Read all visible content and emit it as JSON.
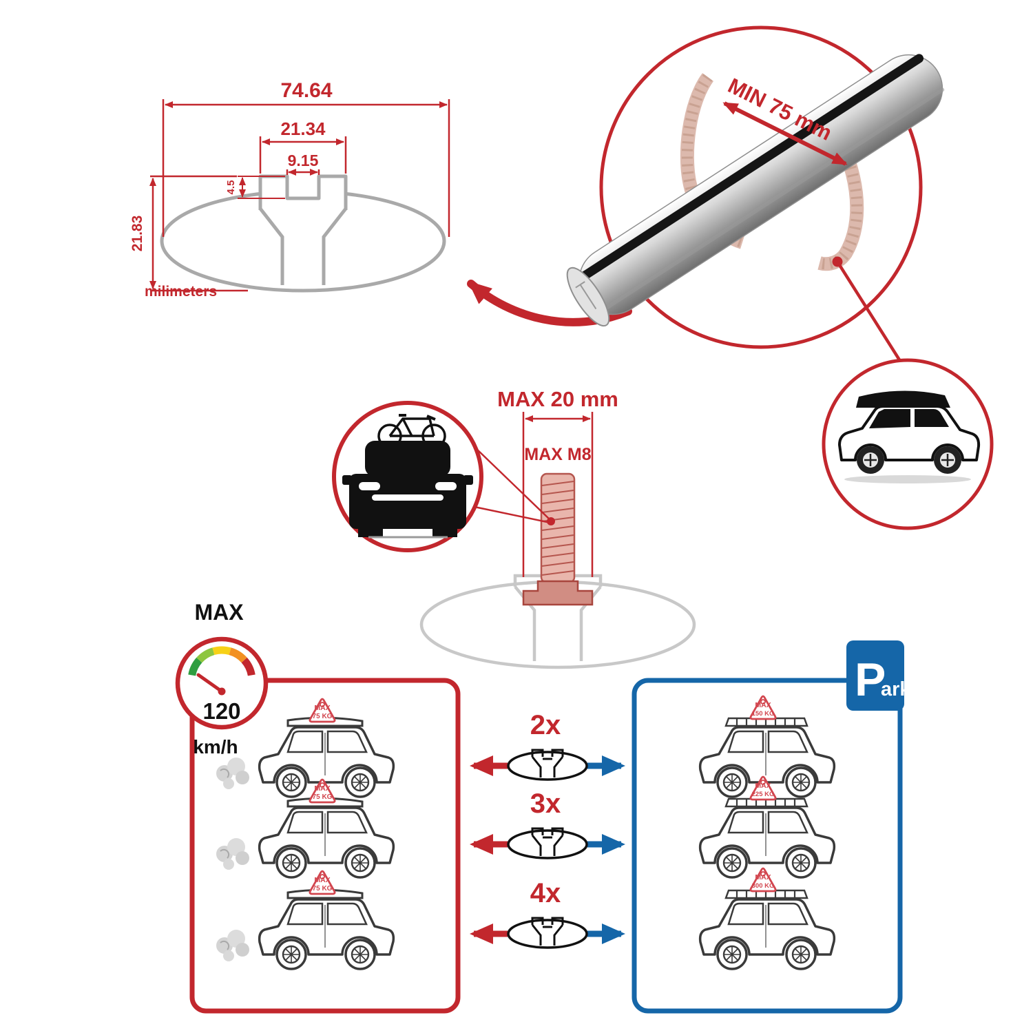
{
  "cross_section": {
    "total_width": "74.64",
    "slot_outer_width": "21.34",
    "slot_inner_width": "9.15",
    "slot_depth": "4.5",
    "total_height": "21.83",
    "unit_label": "milimeters"
  },
  "bar_detail": {
    "min_span_label": "MIN 75 mm"
  },
  "bolt_detail": {
    "max_length_label": "MAX 20 mm",
    "max_thread_label": "MAX M8"
  },
  "speed_limit": {
    "title": "MAX",
    "value": "120",
    "unit": "km/h"
  },
  "park_sign": {
    "letter": "P",
    "suffix": "ark"
  },
  "multipliers": [
    "2x",
    "3x",
    "4x"
  ],
  "driving_cars": [
    {
      "tag_title": "MAX",
      "tag_value": "75 KG"
    },
    {
      "tag_title": "MAX",
      "tag_value": "75 KG"
    },
    {
      "tag_title": "MAX",
      "tag_value": "75 KG"
    }
  ],
  "parked_cars": [
    {
      "tag_title": "MAX",
      "tag_value": "150 KG"
    },
    {
      "tag_title": "MAX",
      "tag_value": "225 KG"
    },
    {
      "tag_title": "MAX",
      "tag_value": "300 KG"
    }
  ],
  "colors": {
    "red": "#c2272d",
    "blue": "#1566a8"
  }
}
